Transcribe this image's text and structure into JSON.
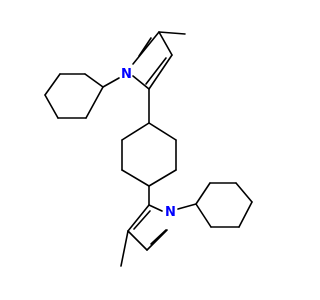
{
  "molecule": {
    "atoms": [
      {
        "id": "n1",
        "symbol": "N",
        "color": "#0000ff"
      },
      {
        "id": "n2",
        "symbol": "N",
        "color": "#0000ff"
      }
    ],
    "bond_color": "#000000",
    "background": "#ffffff"
  }
}
